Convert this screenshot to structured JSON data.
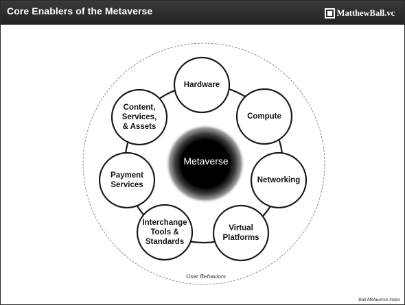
{
  "header": {
    "title": "Core Enablers of the Metaverse",
    "brand": "MatthewBall.vc",
    "brand_icon": "brand-logo-icon"
  },
  "diagram": {
    "center": "Metaverse",
    "outer_ring_label": "User Behaviors",
    "nodes": [
      {
        "id": "hardware",
        "label": "Hardware"
      },
      {
        "id": "compute",
        "label": "Compute"
      },
      {
        "id": "networking",
        "label": "Networking"
      },
      {
        "id": "virtual-platforms",
        "label": "Virtual\nPlatforms"
      },
      {
        "id": "interchange",
        "label": "Interchange\nTools &\nStandards"
      },
      {
        "id": "payment",
        "label": "Payment\nServices"
      },
      {
        "id": "content",
        "label": "Content,\nServices,\n& Assets"
      }
    ],
    "colors": {
      "header_bg": "#2b2b2b",
      "node_fill": "#ffffff",
      "node_stroke": "#1a1a1a",
      "center_fill": "#000000"
    }
  },
  "footer": {
    "note": "Ball Metaverse Index"
  }
}
